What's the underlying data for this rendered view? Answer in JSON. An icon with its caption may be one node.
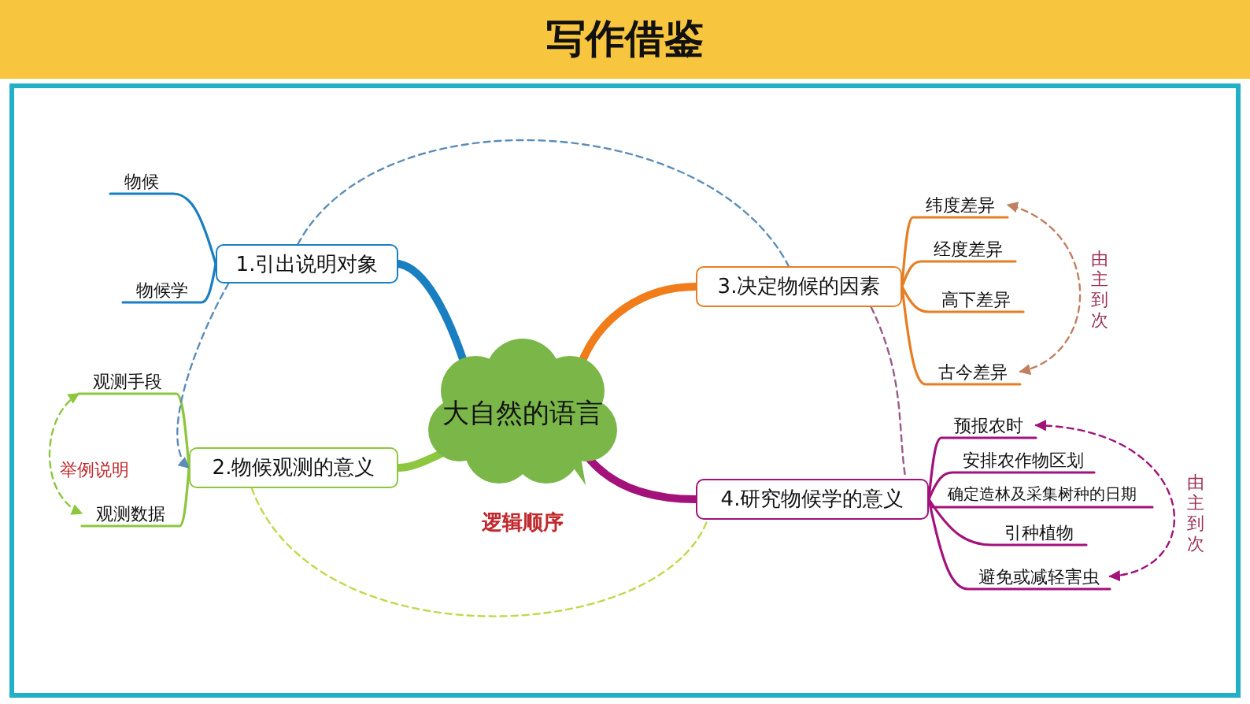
{
  "diagram": {
    "title": "写作借鉴",
    "nodes": [
      {
        "text": [
          "大自然的语言"
        ]
      },
      {
        "text": [
          "1.引出说明对象"
        ]
      },
      {
        "text": [
          "2.物候观测的意义"
        ]
      },
      {
        "text": [
          "3.决定物候的因素"
        ]
      },
      {
        "text": [
          "4.研究物候学的意义"
        ]
      },
      {
        "text": [
          "物候"
        ]
      },
      {
        "text": [
          "物候学"
        ]
      },
      {
        "text": [
          "观测手段"
        ]
      },
      {
        "text": [
          "观测数据"
        ]
      },
      {
        "text": [
          "纬度差异"
        ]
      },
      {
        "text": [
          "经度差异"
        ]
      },
      {
        "text": [
          "高下差异"
        ]
      },
      {
        "text": [
          "古今差异"
        ]
      },
      {
        "text": [
          "预报农时"
        ]
      },
      {
        "text": [
          "安排农作物区划"
        ]
      },
      {
        "text": [
          "确定造林及采集树种的日期"
        ]
      },
      {
        "text": [
          "引种植物"
        ]
      },
      {
        "text": [
          "避免或减轻害虫"
        ]
      }
    ],
    "edges": [
      {
        "from": 0,
        "to": 1,
        "arrow": "none",
        "style": "thick",
        "color": "#1a7fc1"
      },
      {
        "from": 0,
        "to": 2,
        "arrow": "none",
        "style": "thick",
        "color": "#8dc63f"
      },
      {
        "from": 0,
        "to": 3,
        "arrow": "none",
        "style": "thick",
        "color": "#f07c1a"
      },
      {
        "from": 0,
        "to": 4,
        "arrow": "none",
        "style": "thick",
        "color": "#a3127a"
      },
      {
        "from": 1,
        "to": 5,
        "arrow": "none",
        "color": "#1a7fc1"
      },
      {
        "from": 1,
        "to": 6,
        "arrow": "none",
        "color": "#1a7fc1"
      },
      {
        "from": 2,
        "to": 7,
        "arrow": "none",
        "color": "#8dc63f"
      },
      {
        "from": 2,
        "to": 8,
        "arrow": "none",
        "color": "#8dc63f"
      },
      {
        "from": 3,
        "to": 9,
        "arrow": "none",
        "color": "#e67e22"
      },
      {
        "from": 3,
        "to": 10,
        "arrow": "none",
        "color": "#e67e22"
      },
      {
        "from": 3,
        "to": 11,
        "arrow": "none",
        "color": "#e67e22"
      },
      {
        "from": 3,
        "to": 12,
        "arrow": "none",
        "color": "#e67e22"
      },
      {
        "from": 4,
        "to": 13,
        "arrow": "none",
        "color": "#a3127a"
      },
      {
        "from": 4,
        "to": 14,
        "arrow": "none",
        "color": "#a3127a"
      },
      {
        "from": 4,
        "to": 15,
        "arrow": "none",
        "color": "#a3127a"
      },
      {
        "from": 4,
        "to": 16,
        "arrow": "none",
        "color": "#a3127a"
      },
      {
        "from": 4,
        "to": 17,
        "arrow": "none",
        "color": "#a3127a"
      },
      {
        "from": 1,
        "to": 2,
        "arrow": "to",
        "style": "dashed",
        "color": "#5b8db8"
      },
      {
        "from": 1,
        "to": 3,
        "arrow": "none",
        "style": "dashed",
        "color": "#5b8db8"
      },
      {
        "from": 3,
        "to": 4,
        "arrow": "none",
        "style": "dashed",
        "color": "#9a5a8a"
      },
      {
        "from": 2,
        "to": 4,
        "arrow": "none",
        "style": "dashed",
        "color": "#c5d64a"
      },
      {
        "from": 7,
        "to": 8,
        "arrow": "both",
        "style": "dashed",
        "color": "#8dc63f",
        "label": "举例说明"
      },
      {
        "from": 12,
        "to": 9,
        "arrow": "both",
        "style": "dashed",
        "color": "#c08060",
        "label": "由主到次"
      },
      {
        "from": 17,
        "to": 13,
        "arrow": "both",
        "style": "dashed",
        "color": "#a3127a",
        "label": "由主到次"
      }
    ],
    "labels": [
      "逻辑顺序"
    ]
  }
}
